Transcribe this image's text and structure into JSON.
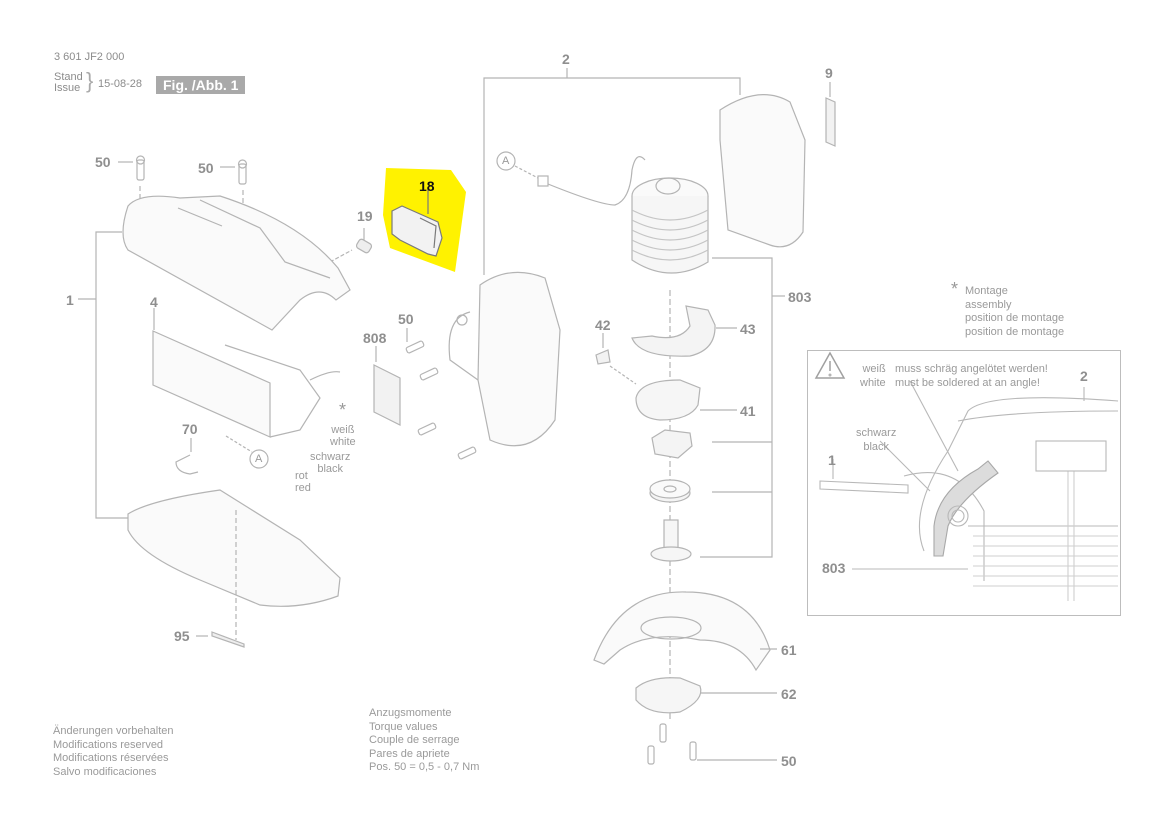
{
  "header": {
    "part_number": "3 601 JF2 000",
    "stand_label": "Stand",
    "issue_label": "Issue",
    "date": "15-08-28",
    "figure_label": "Fig. /Abb. 1"
  },
  "highlight_color": "#fff200",
  "highlighted_part": "18",
  "parts": {
    "p1": "1",
    "p2": "2",
    "p4": "4",
    "p9": "9",
    "p18": "18",
    "p19": "19",
    "p41": "41",
    "p42": "42",
    "p43": "43",
    "p50": "50",
    "p61": "61",
    "p62": "62",
    "p70": "70",
    "p95": "95",
    "p803": "803",
    "p808": "808"
  },
  "connector_marker": "A",
  "wire_labels": {
    "star": "*",
    "white_de": "weiß",
    "white_en": "white",
    "black_de": "schwarz",
    "black_en": "black",
    "red_de": "rot",
    "red_en": "red"
  },
  "assembly_note": {
    "star": "*",
    "lines": [
      "Montage",
      "assembly",
      "position de montage",
      "position de montage"
    ]
  },
  "inset": {
    "warning_icon": "warning-triangle-icon",
    "white_de": "weiß",
    "white_en": "white",
    "msg_de": "muss schräg angelötet werden!",
    "msg_en": "must be soldered at an angle!",
    "black_de": "schwarz",
    "black_en": "black",
    "label_1": "1",
    "label_2": "2",
    "label_803": "803"
  },
  "footer_left": [
    "Änderungen vorbehalten",
    "Modifications reserved",
    "Modifications réservées",
    "Salvo modificaciones"
  ],
  "footer_torque": [
    "Anzugsmomente",
    "Torque values",
    "Couple de serrage",
    "Pares de apriete",
    "Pos. 50 =  0,5 - 0,7 Nm"
  ]
}
